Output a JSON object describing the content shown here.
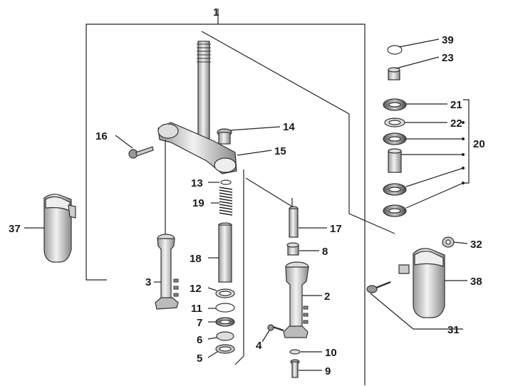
{
  "diagram": {
    "labels": {
      "p1": "1",
      "p2": "2",
      "p3": "3",
      "p4": "4",
      "p5": "5",
      "p6": "6",
      "p7": "7",
      "p8": "8",
      "p9": "9",
      "p10": "10",
      "p11": "11",
      "p12": "12",
      "p13": "13",
      "p14": "14",
      "p15": "15",
      "p16": "16",
      "p17": "17",
      "p18": "18",
      "p19": "19",
      "p20": "20",
      "p21": "21",
      "p22": "22",
      "p23": "23",
      "p31": "31",
      "p32": "32",
      "p37": "37",
      "p38": "38",
      "p39": "39"
    }
  }
}
